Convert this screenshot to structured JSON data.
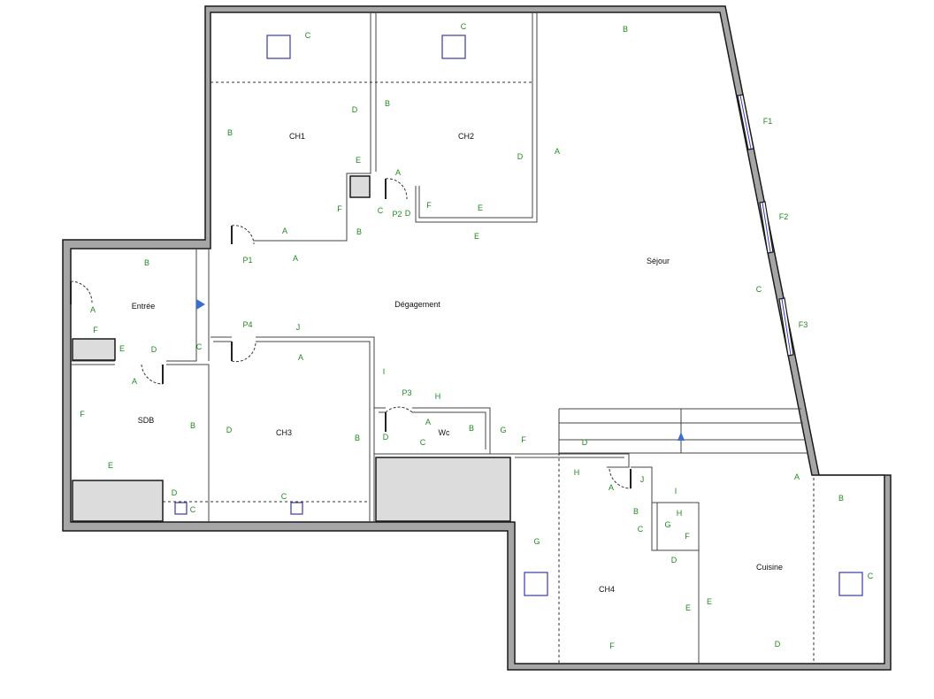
{
  "rooms": {
    "ch1": "CH1",
    "ch2": "CH2",
    "sejour": "Séjour",
    "entree": "Entrée",
    "degagement": "Dégagement",
    "sdb": "SDB",
    "ch3": "CH3",
    "wc": "Wc",
    "ch4": "CH4",
    "cuisine": "Cuisine"
  },
  "doors": {
    "p1": "P1",
    "p2": "P2",
    "p3": "P3",
    "p4": "P4"
  },
  "windows": {
    "f1": "F1",
    "f2": "F2",
    "f3": "F3"
  },
  "wall_labels": {
    "ch1": [
      "C",
      "D",
      "B",
      "E",
      "F",
      "A"
    ],
    "ch2": [
      "C",
      "B",
      "D",
      "A",
      "F",
      "E",
      "C",
      "D"
    ],
    "sejour": [
      "B",
      "A",
      "E",
      "C",
      "A",
      "D",
      "G",
      "F"
    ],
    "circulation": [
      "B",
      "A"
    ],
    "entree": [
      "B",
      "A",
      "F",
      "E",
      "D",
      "C"
    ],
    "degagement": [
      "J",
      "A",
      "I",
      "H"
    ],
    "sdb": [
      "A",
      "F",
      "B",
      "E",
      "D",
      "C"
    ],
    "ch3": [
      "D",
      "B",
      "C"
    ],
    "wc": [
      "A",
      "B",
      "C",
      "D"
    ],
    "ch4": [
      "H",
      "J",
      "I",
      "A",
      "B",
      "H",
      "C",
      "G",
      "F",
      "D",
      "G",
      "E",
      "F"
    ],
    "cuisine": [
      "B",
      "C",
      "E",
      "D"
    ]
  },
  "colors": {
    "wall": "#a6a6a6",
    "label": "#1f8a1f",
    "window_glass": "#3b3bc4",
    "vent": "#3a3aa0"
  }
}
